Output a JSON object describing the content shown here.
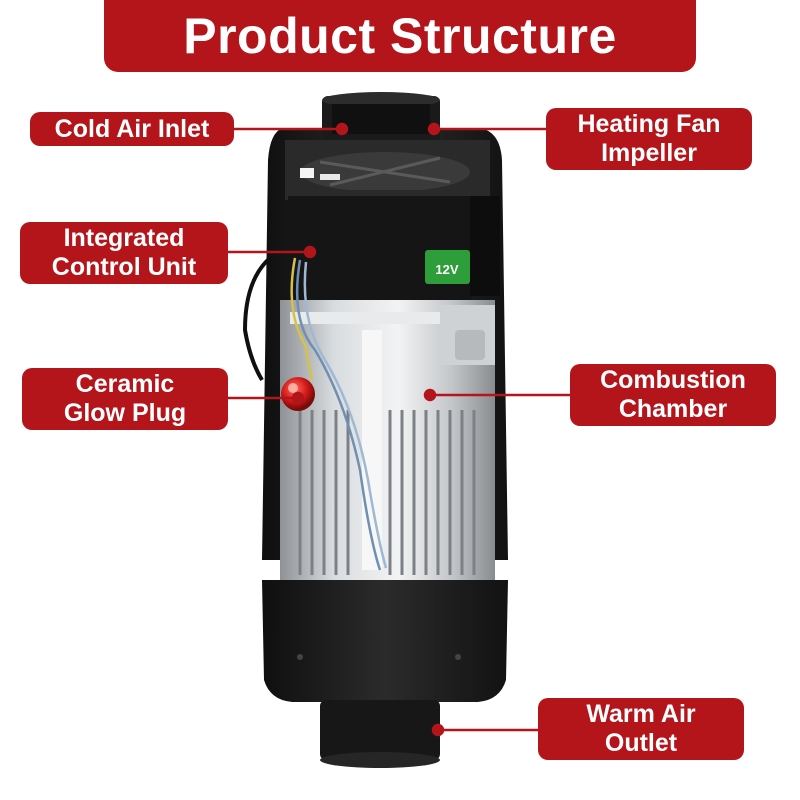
{
  "title": "Product Structure",
  "device": {
    "voltage_badge": "12V"
  },
  "labels": {
    "cold_air_inlet": "Cold Air Inlet",
    "heating_fan_impeller_line1": "Heating Fan",
    "heating_fan_impeller_line2": "Impeller",
    "integrated_control_unit_line1": "Integrated",
    "integrated_control_unit_line2": "Control Unit",
    "ceramic_glow_plug_line1": "Ceramic",
    "ceramic_glow_plug_line2": "Glow Plug",
    "combustion_chamber_line1": "Combustion",
    "combustion_chamber_line2": "Chamber",
    "warm_air_outlet_line1": "Warm Air",
    "warm_air_outlet_line2": "Outlet"
  },
  "colors": {
    "label_red": "#b3151b",
    "body_black": "#1d1d1d",
    "badge_green": "#2e9e3a"
  }
}
